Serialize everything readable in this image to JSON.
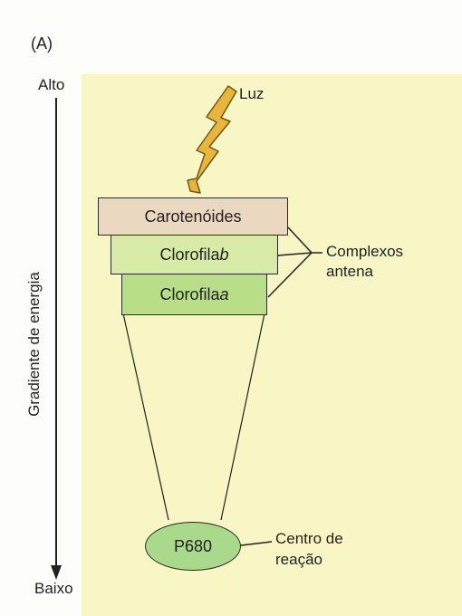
{
  "panel_label": "(A)",
  "axis": {
    "top": "Alto",
    "bottom": "Baixo",
    "title": "Gradiente de energia"
  },
  "light_label": "Luz",
  "pigments": [
    {
      "name": "Carotenóides",
      "italic": "",
      "color": "#ead8c1"
    },
    {
      "name": "Clorofila ",
      "italic": "b",
      "color": "#d7eba7"
    },
    {
      "name": "Clorofila ",
      "italic": "a",
      "color": "#b9de88"
    }
  ],
  "antenna_label": [
    "Complexos",
    "antena"
  ],
  "reaction_center": {
    "name": "P680",
    "label": [
      "Centro de",
      "reação"
    ],
    "color": "#a9d98b"
  },
  "colors": {
    "background_panel": "#f8f6c4",
    "lightning": "#e9b53a"
  }
}
